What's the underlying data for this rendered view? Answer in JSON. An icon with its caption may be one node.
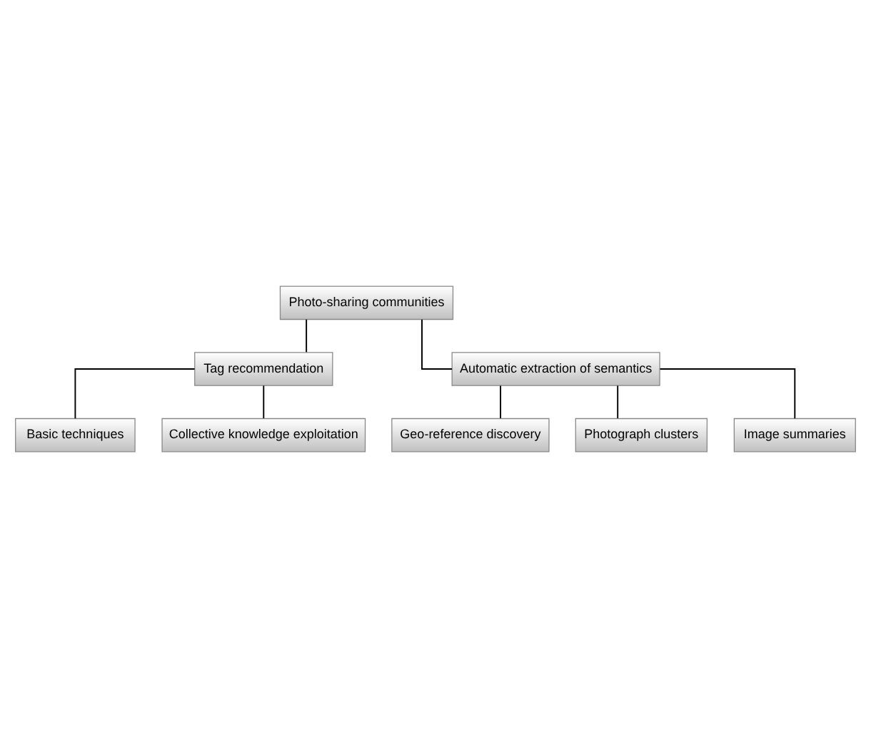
{
  "diagram": {
    "nodes": [
      {
        "text": [
          "Photo-sharing communities"
        ]
      },
      {
        "text": [
          "Tag recommendation"
        ]
      },
      {
        "text": [
          "Automatic extraction of semantics"
        ]
      },
      {
        "text": [
          "Basic techniques"
        ]
      },
      {
        "text": [
          "Collective knowledge exploitation"
        ]
      },
      {
        "text": [
          "Geo-reference discovery"
        ]
      },
      {
        "text": [
          "Photograph clusters"
        ]
      },
      {
        "text": [
          "Image summaries"
        ]
      }
    ],
    "edges": [
      {
        "from": 0,
        "to": 1,
        "arrow": "none"
      },
      {
        "from": 0,
        "to": 2,
        "arrow": "none"
      },
      {
        "from": 1,
        "to": 3,
        "arrow": "none"
      },
      {
        "from": 1,
        "to": 4,
        "arrow": "none"
      },
      {
        "from": 2,
        "to": 5,
        "arrow": "none"
      },
      {
        "from": 2,
        "to": 6,
        "arrow": "none"
      },
      {
        "from": 2,
        "to": 7,
        "arrow": "none"
      }
    ]
  }
}
